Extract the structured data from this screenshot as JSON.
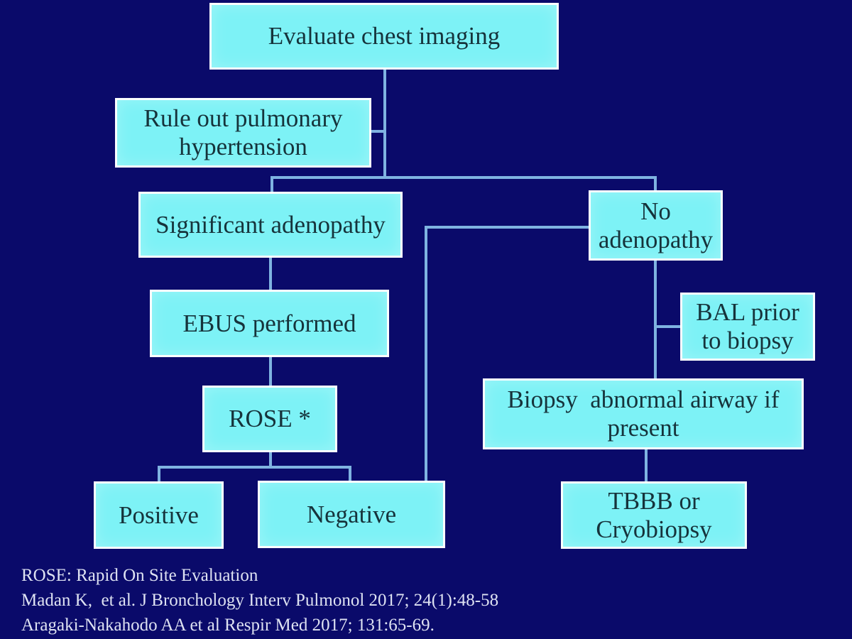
{
  "colors": {
    "background": "#0a0a6a",
    "node_fill": "#7df2f6",
    "node_border": "#fbfefe",
    "connector": "#7fb3e1",
    "node_text": "#16333b",
    "footer_text": "#dee2f2"
  },
  "nodes": {
    "evaluate": {
      "label": "Evaluate chest imaging"
    },
    "rule_out": {
      "line1": "Rule out pulmonary",
      "line2": "hypertension"
    },
    "sig_aden": {
      "label": "Significant adenopathy"
    },
    "no_aden": {
      "line1": "No",
      "line2": "adenopathy"
    },
    "ebus": {
      "label": "EBUS performed"
    },
    "bal": {
      "line1": "BAL prior",
      "line2": "to biopsy"
    },
    "rose": {
      "label": "ROSE *"
    },
    "biopsy": {
      "line1": "Biopsy  abnormal airway if",
      "line2": "present"
    },
    "positive": {
      "label": "Positive"
    },
    "negative": {
      "label": "Negative"
    },
    "tbbb": {
      "line1": "TBBB or",
      "line2": "Cryobiopsy"
    }
  },
  "footer": {
    "line1": "ROSE: Rapid On Site Evaluation",
    "line2": "Madan K,  et al. J Bronchology Interv Pulmonol 2017; 24(1):48-58",
    "line3": "Aragaki-Nakahodo AA et al Respir Med 2017; 131:65-69."
  }
}
